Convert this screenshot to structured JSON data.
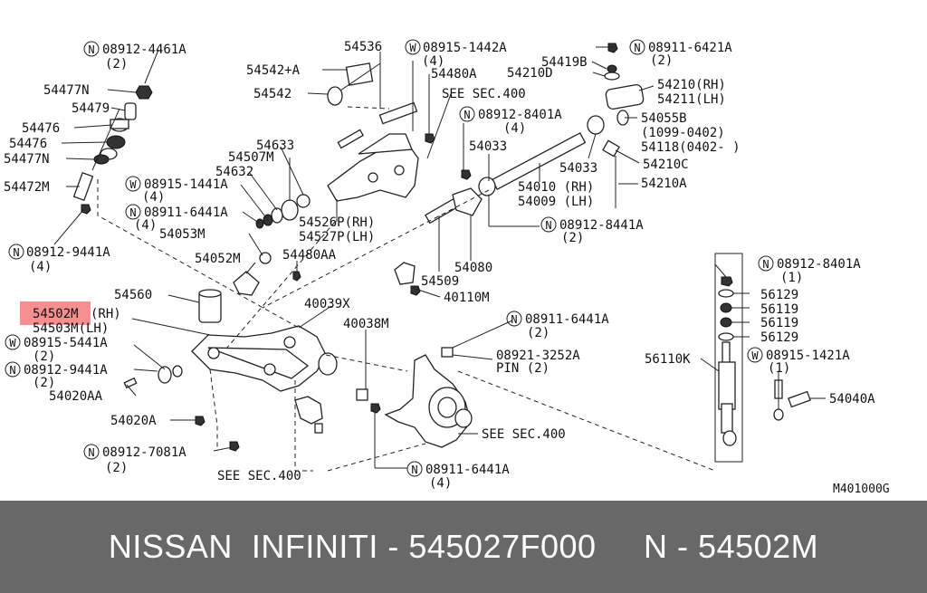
{
  "diagram": {
    "highlight_color": "#f47c7c",
    "highlighted_part": "54502M",
    "labels": {
      "n08912_4461a": "N",
      "n08912_4461a_no": "08912-4461A",
      "n08912_4461a_qty": "(2)",
      "p54477n_top": "54477N",
      "p54479": "54479",
      "p54476_a": "54476",
      "p54476_b": "54476",
      "p54477n_bot": "54477N",
      "p54472m": "54472M",
      "n08912_9441a_l": "N",
      "n08912_9441a_l_no": "08912-9441A",
      "n08912_9441a_l_qty": "(4)",
      "p54536": "54536",
      "p54542a": "54542+A",
      "p54542": "54542",
      "w08915_1442a": "W",
      "w08915_1442a_no": "08915-1442A",
      "w08915_1442a_qty": "(4)",
      "p54480a": "54480A",
      "see_sec_400_top": "SEE SEC.400",
      "n08912_8401a_m": "N",
      "n08912_8401a_m_no": "08912-8401A",
      "n08912_8401a_m_qty": "(4)",
      "p54033_a": "54033",
      "p54633": "54633",
      "p54507m": "54507M",
      "p54632": "54632",
      "w08915_1441a": "W",
      "w08915_1441a_no": "08915-1441A",
      "w08915_1441a_qty": "(4)",
      "n08911_6441a_m": "N",
      "n08911_6441a_m_no": "08911-6441A",
      "n08911_6441a_m_qty": "(4)",
      "p54053m": "54053M",
      "p54526p": "54526P(RH)",
      "p54527p": "54527P(LH)",
      "n08911_6421a": "N",
      "n08911_6421a_no": "08911-6421A",
      "n08911_6421a_qty": "(2)",
      "p54419b": "54419B",
      "p54210d": "54210D",
      "p54210rh": "54210(RH)",
      "p54211lh": "54211(LH)",
      "p54055b": "54055B",
      "date_range_1": "(1099-0402)",
      "p54118": "54118(0402-        )",
      "p54033_b": "54033",
      "p54210c": "54210C",
      "p54010": "54010 (RH)",
      "p54009": "54009 (LH)",
      "p54210a": "54210A",
      "n08912_8441a": "N",
      "n08912_8441a_no": "08912-8441A",
      "n08912_8441a_qty": "(2)",
      "p54052m": "54052M",
      "p54480aa": "54480AA",
      "p54509": "54509",
      "p54080": "54080",
      "p40110m": "40110M",
      "p54560": "54560",
      "p54502m": "54502M",
      "p54502m_side": "(RH)",
      "p54503m": "54503M(LH)",
      "p40039x": "40039X",
      "p40038m": "40038M",
      "w08915_5441a": "W",
      "w08915_5441a_no": "08915-5441A",
      "w08915_5441a_qty": "(2)",
      "n08912_9441a_b": "N",
      "n08912_9441a_b_no": "08912-9441A",
      "n08912_9441a_b_qty": "(2)",
      "p54020aa": "54020AA",
      "p54020a": "54020A",
      "n08912_7081a": "N",
      "n08912_7081a_no": "08912-7081A",
      "n08912_7081a_qty": "(2)",
      "see_sec_400_bl": "SEE SEC.400",
      "n08911_6441a_r": "N",
      "n08911_6441a_r_no": "08911-6441A",
      "n08911_6441a_r_qty": "(2)",
      "p08921_3252a": "08921-3252A",
      "pin_qty": "PIN (2)",
      "see_sec_400_br": "SEE SEC.400",
      "n08911_6441a_b": "N",
      "n08911_6441a_b_no": "08911-6441A",
      "n08911_6441a_b_qty": "(4)",
      "n08912_8401a_r": "N",
      "n08912_8401a_r_no": "08912-8401A",
      "n08912_8401a_r_qty": "(1)",
      "p56129_a": "56129",
      "p56119_a": "56119",
      "p56119_b": "56119",
      "p56129_b": "56129",
      "p56110k": "56110K",
      "w08915_1421a": "W",
      "w08915_1421a_no": "08915-1421A",
      "w08915_1421a_qty": "(1)",
      "p54040a": "54040A",
      "figure_code": "M401000G"
    }
  },
  "banner": {
    "text": "NISSAN  INFINITI - 545027F000     N - 54502M",
    "background": "#686868",
    "color": "#ffffff"
  }
}
